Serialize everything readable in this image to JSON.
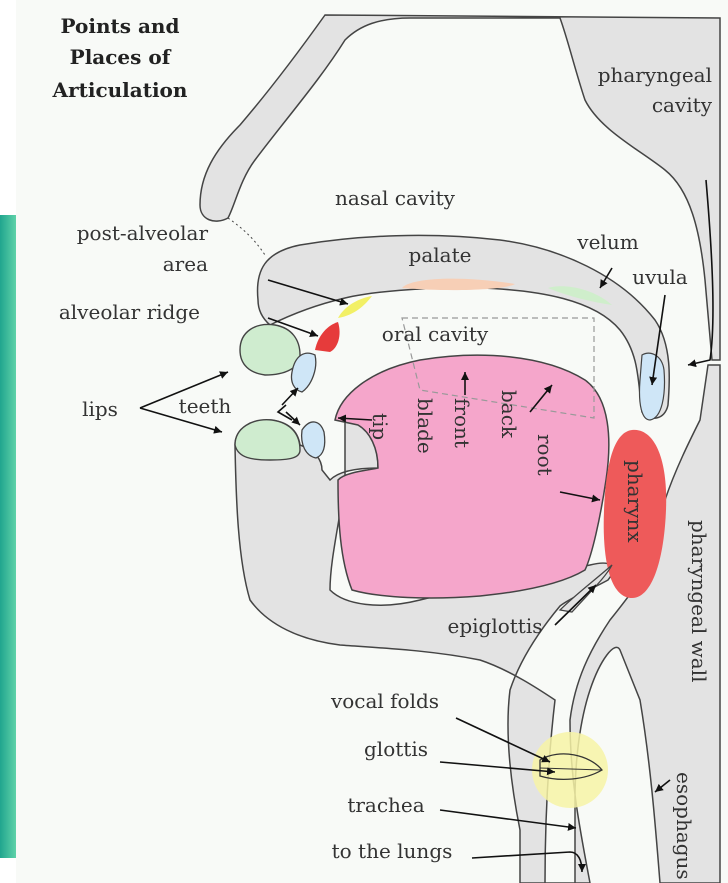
{
  "title": [
    "Points and",
    "Places of",
    "Articulation"
  ],
  "labels": {
    "pharyngeal_cavity_1": "pharyngeal",
    "pharyngeal_cavity_2": "cavity",
    "nasal_cavity": "nasal cavity",
    "post_alveolar_1": "post-alveolar",
    "post_alveolar_2": "area",
    "palate": "palate",
    "velum": "velum",
    "uvula": "uvula",
    "alveolar_ridge": "alveolar ridge",
    "oral_cavity": "oral cavity",
    "lips": "lips",
    "teeth": "teeth",
    "tip": "tip",
    "blade": "blade",
    "front": "front",
    "back": "back",
    "root": "root",
    "pharynx": "pharynx",
    "pharyngeal_wall": "pharyngeal wall",
    "epiglottis": "epiglottis",
    "vocal_folds": "vocal folds",
    "glottis": "glottis",
    "trachea": "trachea",
    "to_the_lungs": "to the lungs",
    "esophagus": "esophagus"
  },
  "colors": {
    "background": "#f8faf7",
    "tissue": "#e3e3e3",
    "outline": "#444444",
    "tongue": "#f5a6cb",
    "pharynx": "#ee5a5a",
    "alveolar_ridge": "#e63b3b",
    "post_alveolar": "#f2f066",
    "palate_highlight": "#f7cfb6",
    "velum_highlight": "#cfeecb",
    "lips": "#cfeccf",
    "teeth": "#cfe6f7",
    "uvula": "#cfe6f7",
    "glottis": "#f7f3a6",
    "teal_band": "#2fb59a"
  }
}
